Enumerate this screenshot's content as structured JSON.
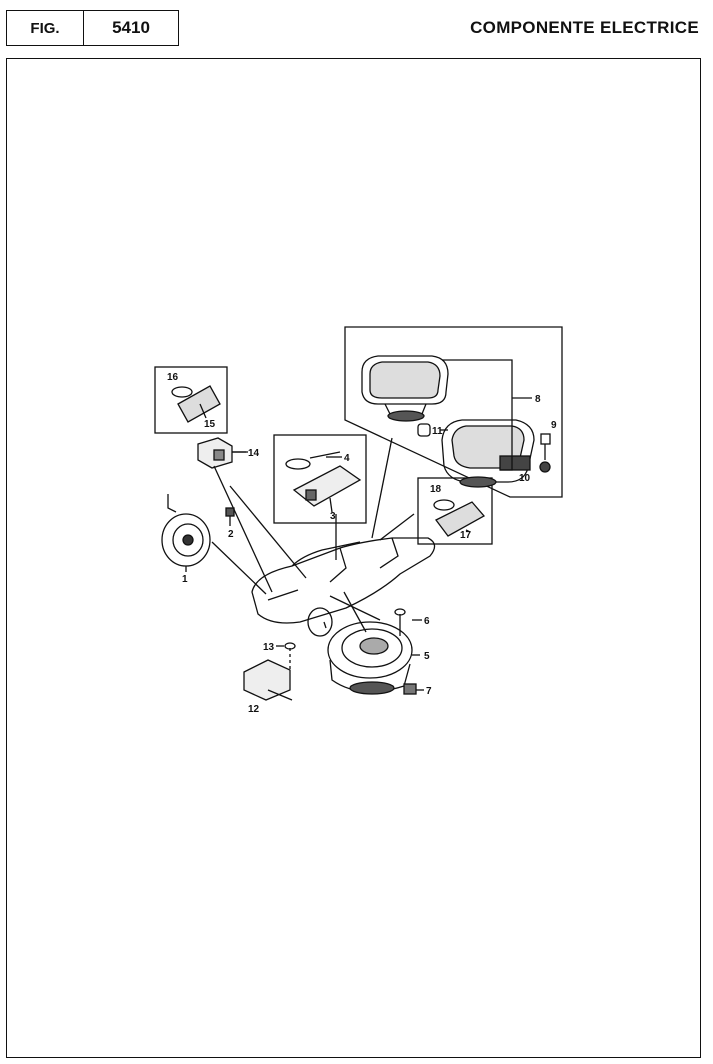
{
  "header": {
    "fig_label": "FIG.",
    "fig_number": "5410",
    "title": "COMPONENTE ELECTRICE"
  },
  "callouts": [
    "1",
    "2",
    "3",
    "4",
    "5",
    "6",
    "7",
    "8",
    "9",
    "10",
    "11",
    "12",
    "13",
    "14",
    "15",
    "16",
    "17",
    "18"
  ]
}
